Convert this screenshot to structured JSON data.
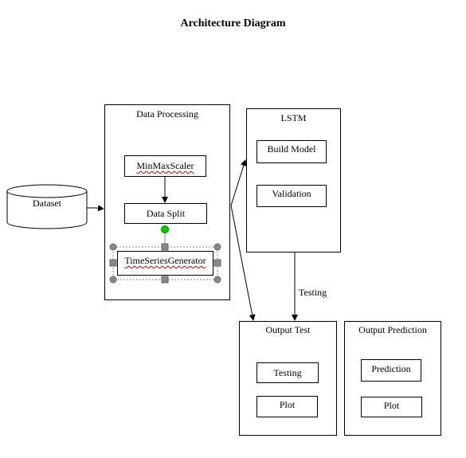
{
  "title": "Architecture Diagram",
  "dataset": {
    "label": "Dataset"
  },
  "data_processing": {
    "label": "Data Processing",
    "minmax": "MinMaxScaler",
    "split": "Data Split",
    "tsgen": "TimeSeriesGenerator"
  },
  "lstm": {
    "label": "LSTM",
    "build": "Build Model",
    "validation": "Validation"
  },
  "edge_testing": "Testing",
  "output_test": {
    "label": "Output Test",
    "testing": "Testing",
    "plot": "Plot"
  },
  "output_prediction": {
    "label": "Output Prediction",
    "prediction": "Prediction",
    "plot": "Plot"
  },
  "colors": {
    "handle_green": "#00cc00",
    "handle_gray": "#888888",
    "spell_underline": "#d00000"
  }
}
